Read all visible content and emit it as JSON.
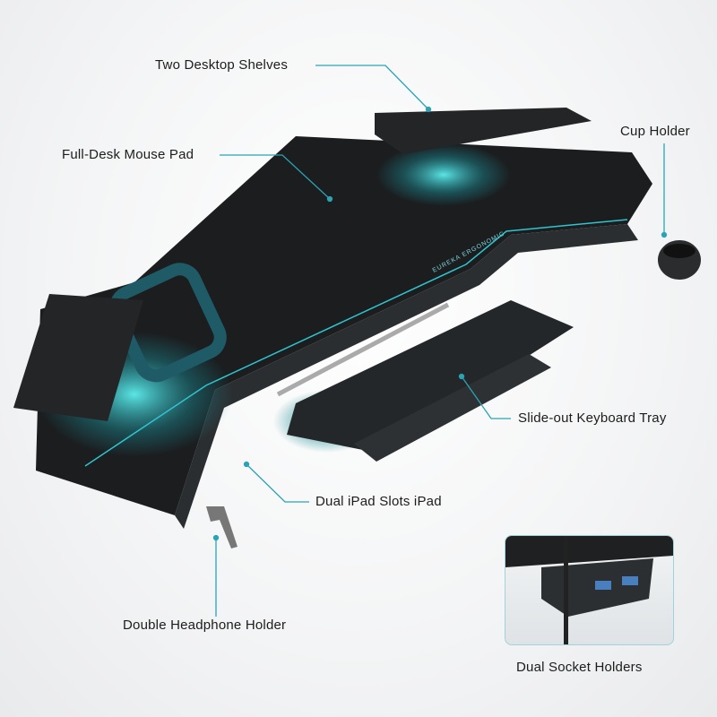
{
  "brand": {
    "logo_text": "EUREKA ERGONOMIC"
  },
  "callouts": {
    "shelves": "Two Desktop Shelves",
    "mouse_pad": "Full-Desk Mouse Pad",
    "cup_holder": "Cup Holder",
    "keyboard_tray": "Slide-out Keyboard Tray",
    "ipad_slots": "Dual iPad Slots iPad",
    "headphone_holder": "Double Headphone Holder",
    "socket_holders": "Dual Socket Holders"
  },
  "colors": {
    "accent": "#2aa3b5",
    "desk": "#1b1d1f",
    "glow": "#3fe0e6"
  }
}
